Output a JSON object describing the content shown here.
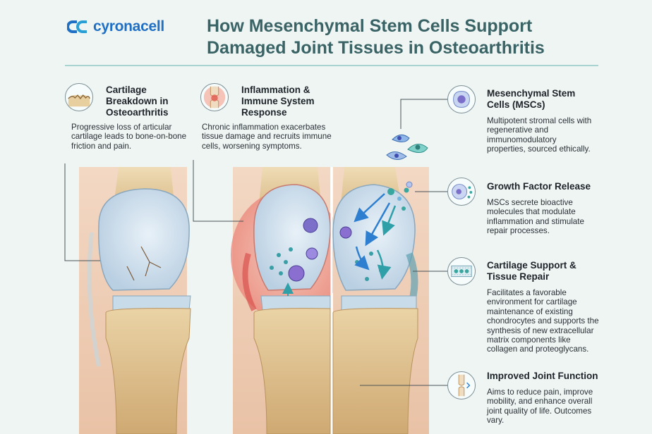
{
  "brand": {
    "name": "cyronacell"
  },
  "title": "How Mesenchymal Stem Cells Support Damaged Joint Tissues in Osteoarthritis",
  "callouts": {
    "cartilage_breakdown": {
      "heading": "Cartilage Breakdown in Osteoarthritis",
      "body": "Progressive loss of articular cartilage leads to bone-on-bone friction and pain.",
      "icon": "cartilage-icon"
    },
    "inflammation": {
      "heading": "Inflammation & Immune System Response",
      "body": "Chronic inflammation exacerbates tissue damage and recruits immune cells, worsening symptoms.",
      "icon": "inflamed-joint-icon"
    },
    "mscs": {
      "heading": "Mesenchymal Stem Cells (MSCs)",
      "body": "Multipotent stromal cells with regenerative and immunomodulatory properties, sourced ethically.",
      "icon": "stem-cell-icon"
    },
    "growth_factor": {
      "heading": "Growth Factor Release",
      "body": "MSCs secrete bioactive molecules that modulate inflammation and stimulate repair processes.",
      "icon": "secreting-cell-icon"
    },
    "cartilage_support": {
      "heading": "Cartilage Support & Tissue Repair",
      "body": "Facilitates a favorable environment for cartilage maintenance of existing chondrocytes and supports the synthesis of new extracellular matrix components like collagen and proteoglycans.",
      "icon": "tissue-matrix-icon"
    },
    "joint_function": {
      "heading": "Improved Joint Function",
      "body": "Aims to reduce pain, improve mobility, and enhance overall joint quality of life. Outcomes vary.",
      "icon": "knee-joint-icon"
    }
  },
  "colors": {
    "background": "#eef5f3",
    "title": "#3a6366",
    "brand": "#1f6fc4",
    "rule": "#a9d4d0",
    "inflammation_red": "#d9534f",
    "msc_teal": "#2f9fa8",
    "arrow_blue": "#2f7fd0"
  }
}
